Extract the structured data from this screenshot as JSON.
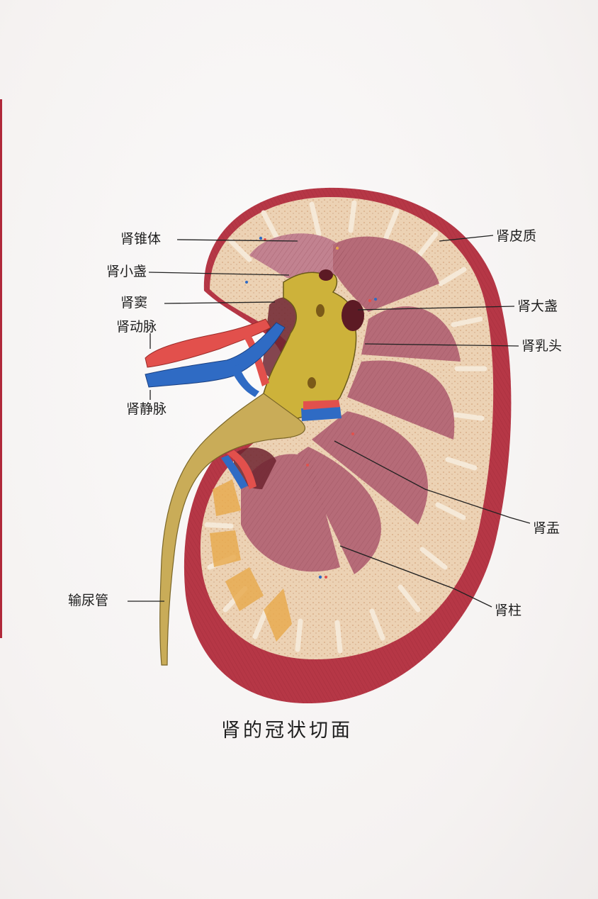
{
  "caption": "肾的冠状切面",
  "labels": {
    "pyramid": "肾锥体",
    "minor_calyx": "肾小盏",
    "sinus": "肾窦",
    "renal_artery": "肾动脉",
    "renal_vein": "肾静脉",
    "ureter": "输尿管",
    "cortex": "肾皮质",
    "major_calyx": "肾大盏",
    "papilla": "肾乳头",
    "pelvis": "肾盂",
    "column": "肾柱"
  },
  "colors": {
    "capsule": "#b63746",
    "cortex": "#e9c7a4",
    "medulla": "#b66b78",
    "pelvis": "#cdb23a",
    "ureter": "#c9ac58",
    "artery": "#e2504c",
    "vein": "#2f6bc4",
    "leader": "#222222"
  }
}
